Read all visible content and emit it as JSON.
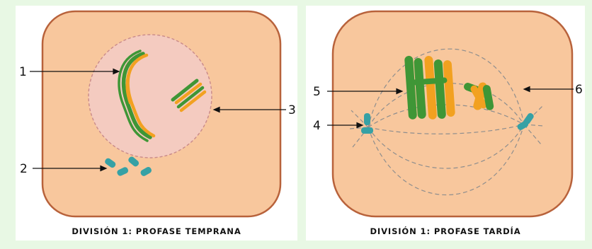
{
  "panels": [
    {
      "caption": "DIVISIÓN 1: PROFASE TEMPRANA"
    },
    {
      "caption": "DIVISIÓN 1: PROFASE TARDÍA"
    }
  ],
  "labels": {
    "l1": "1",
    "l2": "2",
    "l3": "3",
    "l4": "4",
    "l5": "5",
    "l6": "6"
  },
  "colors": {
    "cell_fill": "#f8c79d",
    "cell_stroke": "#b8623b",
    "nucleus_fill": "#f4cbc0",
    "nucleus_dash": "#c98a8a",
    "chromatid_green": "#3f9636",
    "chromatid_orange": "#f2a120",
    "centriole": "#36a1a5",
    "spindle": "#8e8e8e",
    "background": "#e8f8e4"
  }
}
